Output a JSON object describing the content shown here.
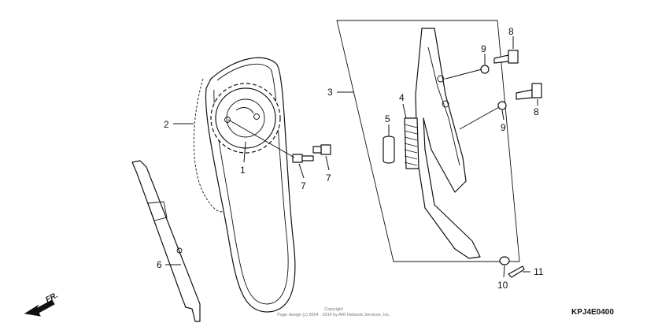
{
  "callouts": {
    "sprocket": "1",
    "chain": "2",
    "tensioner_arm": "3",
    "spring": "4",
    "collar": "5",
    "chain_guide": "6",
    "bolt_7a": "7",
    "bolt_7b": "7",
    "bolt_8a": "8",
    "bolt_8b": "8",
    "washer_9a": "9",
    "washer_9b": "9",
    "washer_10": "10",
    "clip_11": "11"
  },
  "direction_label": "FR.",
  "diagram_code": "KPJ4E0400",
  "copyright": {
    "line1": "Copyright",
    "line2": "Page design (c) 2004 - 2014 by ARI Network Services, Inc."
  },
  "colors": {
    "line": "#111111",
    "background": "#ffffff",
    "copyright_text": "#777777"
  }
}
